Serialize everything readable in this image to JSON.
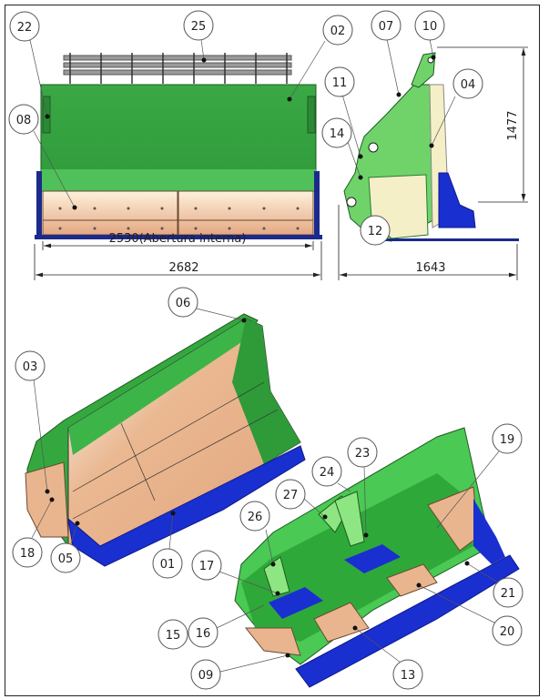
{
  "drawing": {
    "dimensions": {
      "internal_opening": "2530(Abertura interna)",
      "overall_width": "2682",
      "side_depth": "1643",
      "side_height": "1477"
    },
    "balloons": {
      "b22": "22",
      "b25": "25",
      "b02": "02",
      "b07": "07",
      "b10": "10",
      "b11": "11",
      "b04": "04",
      "b08": "08",
      "b14": "14",
      "b12": "12",
      "b06": "06",
      "b03": "03",
      "b18": "18",
      "b05": "05",
      "b01": "01",
      "b17": "17",
      "b26": "26",
      "b27": "27",
      "b24": "24",
      "b23": "23",
      "b19": "19",
      "b21": "21",
      "b20": "20",
      "b15": "15",
      "b16": "16",
      "b09": "09",
      "b13": "13"
    },
    "colors": {
      "green": "#3fb04a",
      "light_green": "#7ddc6e",
      "wear_plate": "#e9b58f",
      "blue": "#1a2fd0",
      "cream": "#f5efc8"
    }
  }
}
